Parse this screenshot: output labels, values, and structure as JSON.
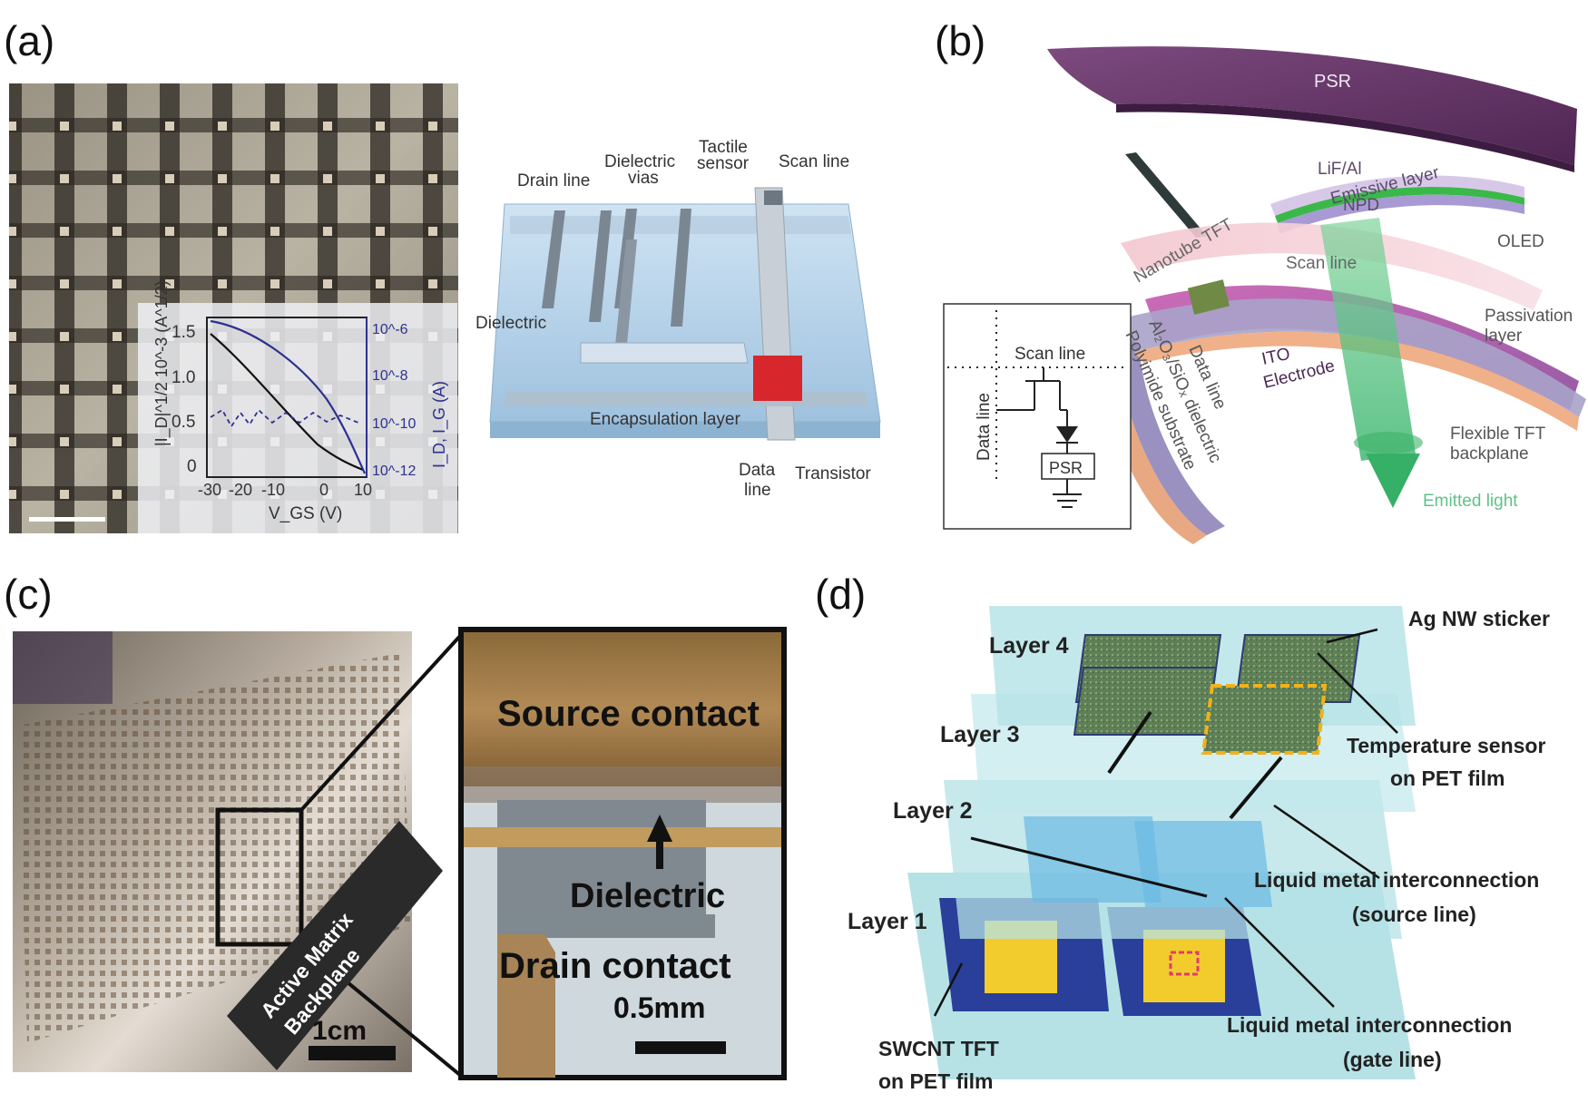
{
  "panels": {
    "a": {
      "label": "(a)",
      "inset": {
        "y_left_label": "|I_D|^1/2 10^-3 (A^1/2)",
        "y_left_ticks": [
          "1.5",
          "1.0",
          "0.5",
          "0"
        ],
        "y_right_ticks": [
          "10^-6",
          "10^-8",
          "10^-10",
          "10^-12"
        ],
        "y_right_label": "I_D, I_G (A)",
        "x_ticks": [
          "-30",
          "-20",
          "-10",
          "0",
          "10"
        ],
        "x_label": "V_GS (V)"
      },
      "schematic": {
        "drain_line": "Drain line",
        "dielectric_vias_1": "Dielectric",
        "dielectric_vias_2": "vias",
        "tactile_sensor_1": "Tactile",
        "tactile_sensor_2": "sensor",
        "scan_line": "Scan line",
        "dielectric": "Dielectric",
        "encapsulation_layer": "Encapsulation layer",
        "data_line_1": "Data",
        "data_line_2": "line",
        "transistor": "Transistor"
      }
    },
    "b": {
      "label": "(b)",
      "psr": "PSR",
      "lif_al": "LiF/Al",
      "emissive_layer": "Emissive layer",
      "npd": "NPD",
      "oled": "OLED",
      "nanotube_tft": "Nanotube TFT",
      "scan_line": "Scan line",
      "passivation_1": "Passivation",
      "passivation_2": "layer",
      "ito_1": "ITO",
      "ito_2": "Electrode",
      "data_line": "Data line",
      "dielectric": "Al₂O₃/SiOₓ dielectric",
      "polyimide": "Polyimide substrate",
      "flexible_1": "Flexible TFT",
      "flexible_2": "backplane",
      "emitted_light": "Emitted light",
      "circuit": {
        "scan_line": "Scan line",
        "data_line": "Data line",
        "psr": "PSR"
      }
    },
    "c": {
      "label": "(c)",
      "backplane_1": "Active Matrix",
      "backplane_2": "Backplane",
      "scale_1": "1cm",
      "source_contact": "Source contact",
      "dielectric": "Dielectric",
      "drain_contact": "Drain contact",
      "scale_2": "0.5mm"
    },
    "d": {
      "label": "(d)",
      "layer4": "Layer 4",
      "layer3": "Layer 3",
      "layer2": "Layer 2",
      "layer1": "Layer 1",
      "ag_nw": "Ag NW sticker",
      "temp_1": "Temperature sensor",
      "temp_2": "on PET film",
      "lm_source_1": "Liquid metal interconnection",
      "lm_source_2": "(source line)",
      "lm_gate_1": "Liquid metal interconnection",
      "lm_gate_2": "(gate line)",
      "swcnt_1": "SWCNT TFT",
      "swcnt_2": "on PET film"
    }
  }
}
